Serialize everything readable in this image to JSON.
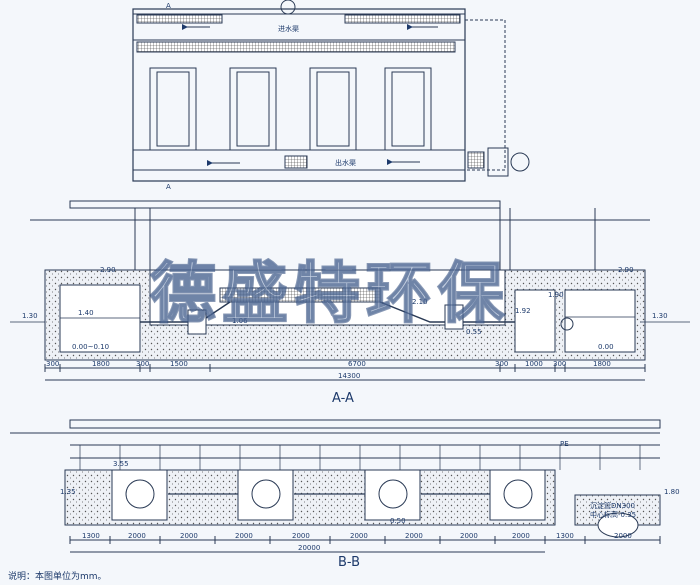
{
  "plan": {
    "inlet_channel_label": "进水渠",
    "outlet_channel_label": "出水渠",
    "section_mark": "A"
  },
  "section_aa": {
    "title": "A-A",
    "elevations": {
      "left_top": "2.90",
      "right_top": "2.90",
      "left_outside_water": "1.30",
      "right_outside_water": "1.30",
      "left_tank_water": "1.40",
      "left_bottom": "0.00~0.10",
      "center_pipe": "1.06",
      "right_pipe_top": "1.92",
      "right_pipe_mid": "0.55",
      "right_pipe_right": "1.90",
      "right_pipe_center": "2.10",
      "right_bottom": "0.00"
    },
    "segment_dims": [
      "300",
      "1800",
      "300",
      "1500",
      "6700",
      "300",
      "1000",
      "300",
      "1800"
    ],
    "total_dim": "14300"
  },
  "section_bb": {
    "title": "B-B",
    "pipe_label": "PE",
    "elevations": {
      "left": "1.35",
      "top_pipe": "3.55",
      "bottom_pipe": "0.50",
      "right": "1.80"
    },
    "callout": [
      "沉淀管DN300",
      "中心标高-0.35"
    ],
    "segment_dims": [
      "1300",
      "2000",
      "2000",
      "2000",
      "2000",
      "2000",
      "2000",
      "2000",
      "2000",
      "1300",
      "2000"
    ],
    "total_dim": "20000"
  },
  "note": "说明：本图单位为mm。",
  "watermark": "德盛特环保"
}
